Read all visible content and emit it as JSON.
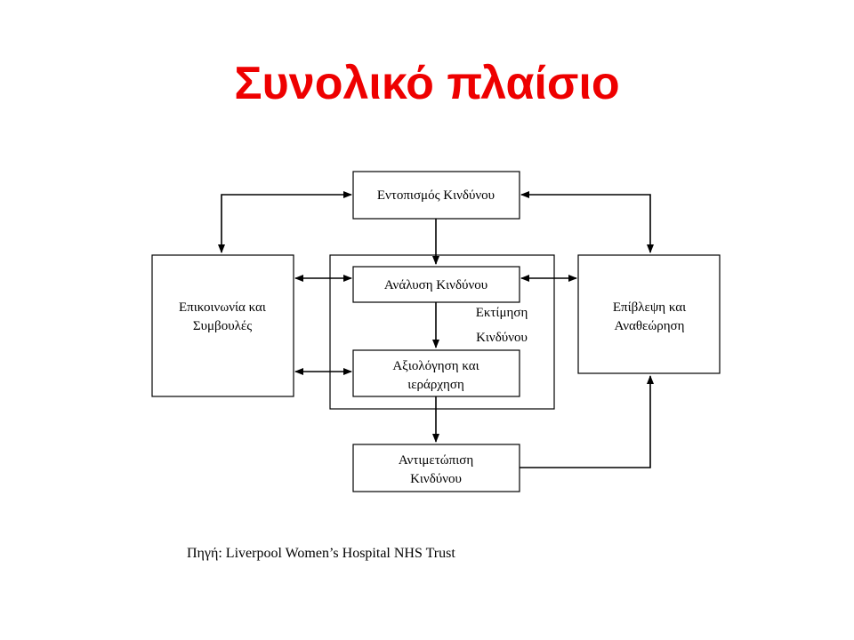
{
  "slide": {
    "title": "Συνολικό πλαίσιο",
    "source": "Πηγή: Liverpool Women’s Hospital NHS Trust"
  },
  "diagram": {
    "identification": "Εντοπισμός Κινδύνου",
    "analysis": "Ανάλυση Κινδύνου",
    "estimation_line1": "Εκτίμηση",
    "estimation_line2": "Κινδύνου",
    "evaluation_line1": "Αξιολόγηση και",
    "evaluation_line2": "ιεράρχηση",
    "treatment_line1": "Αντιμετώπιση",
    "treatment_line2": "Κινδύνου",
    "communication_line1": "Επικοινωνία και",
    "communication_line2": "Συμβουλές",
    "monitoring_line1": "Επίβλεψη και",
    "monitoring_line2": "Αναθεώρηση"
  }
}
